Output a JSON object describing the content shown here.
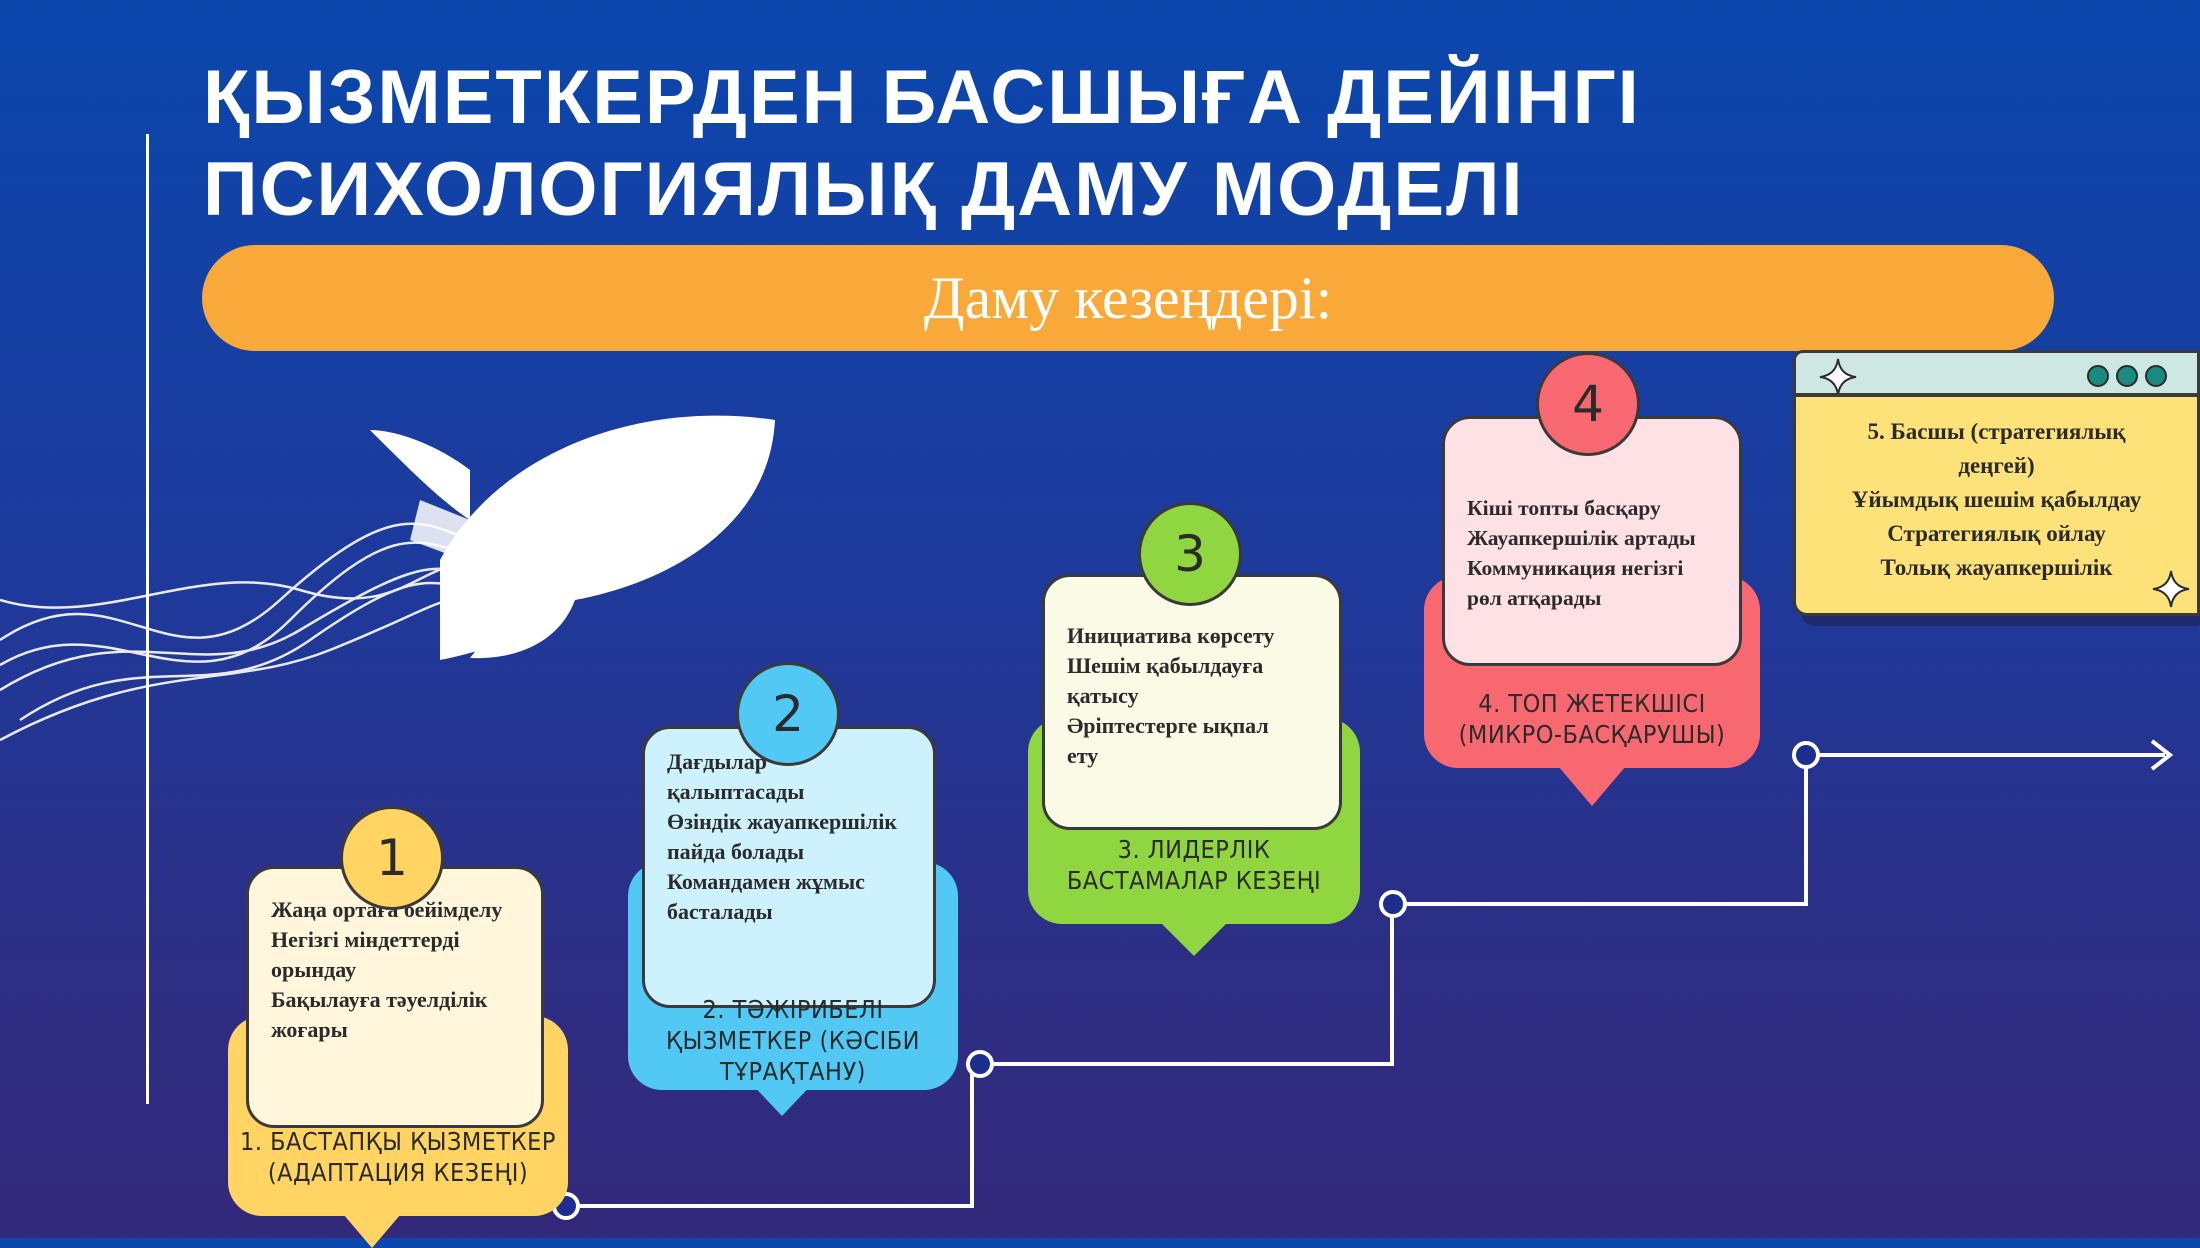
{
  "title": {
    "line1": "ҚЫЗМЕТКЕРДЕН БАСШЫҒА ДЕЙІНГІ",
    "line2": "ПСИХОЛОГИЯЛЫҚ ДАМУ МОДЕЛІ"
  },
  "banner": {
    "text": "Даму кезеңдері:"
  },
  "stages": [
    {
      "number": "1",
      "lines": [
        "Жаңа ортаға бейімделу",
        "Негізгі міндеттерді",
        "орындау",
        "Бақылауға тәуелділік",
        "жоғары"
      ],
      "label_lines": [
        "1. БАСТАПҚЫ ҚЫЗМЕТКЕР",
        "(АДАПТАЦИЯ КЕЗЕҢІ)"
      ],
      "colors": {
        "back": "#ffd463",
        "front": "#fff6dc",
        "num": "#ffd463"
      }
    },
    {
      "number": "2",
      "lines": [
        "Дағдылар",
        "қалыптасады",
        "Өзіндік жауапкершілік",
        "пайда болады",
        "Командамен жұмыс",
        "басталады"
      ],
      "label_lines": [
        "2. ТӘЖІРИБЕЛІ",
        "ҚЫЗМЕТКЕР (КӘСІБИ",
        "ТҰРАҚТАНУ)"
      ],
      "colors": {
        "back": "#52c8f5",
        "front": "#cdf1fd",
        "num": "#52c8f5"
      }
    },
    {
      "number": "3",
      "lines": [
        "Инициатива көрсету",
        "Шешім қабылдауға",
        "қатысу",
        "Әріптестерге ықпал",
        "ету"
      ],
      "label_lines": [
        "3. ЛИДЕРЛІК",
        "БАСТАМАЛАР КЕЗЕҢІ"
      ],
      "colors": {
        "back": "#8fd640",
        "front": "#f9fbe6",
        "num": "#8fd640"
      }
    },
    {
      "number": "4",
      "lines": [
        "Кіші топты басқару",
        "Жауапкершілік артады",
        "Коммуникация негізгі",
        "рөл атқарады"
      ],
      "label_lines": [
        "4. ТОП ЖЕТЕКШІСІ",
        "(МИКРО-БАСҚАРУШЫ)"
      ],
      "colors": {
        "back": "#f86870",
        "front": "#fde1e4",
        "num": "#f86870"
      }
    }
  ],
  "stage5": {
    "lines": [
      "5. Басшы (стратегиялық",
      "деңгей)",
      "Ұйымдық шешім қабылдау",
      "Стратегиялық ойлау",
      "Толық жауапкершілік"
    ],
    "colors": {
      "bar": "#cfe7e3",
      "body": "#fde27a",
      "dot": "#1b8a80"
    }
  },
  "icons": [
    "rocket-icon",
    "sparkle-icon",
    "arrow-right-icon"
  ]
}
